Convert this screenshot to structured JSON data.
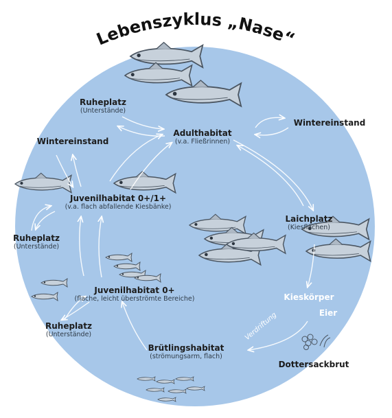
{
  "title": "Lebenszyklus „Nase“",
  "colors": {
    "circle": "#a7c7e9",
    "fish": "#c7d1db",
    "fish_stroke": "#4a5561",
    "arrow": "#ffffff"
  },
  "nodes": {
    "adult": {
      "title": "Adulthabitat",
      "sub": "(v.a. Fließrinnen)"
    },
    "ruhe_top": {
      "title": "Ruheplatz",
      "sub": "(Unterstände)"
    },
    "winter_right": {
      "title": "Wintereinstand"
    },
    "winter_left": {
      "title": "Wintereinstand"
    },
    "juv01": {
      "title": "Juvenilhabitat 0+/1+",
      "sub": "(v.a. flach abfallende Kiesbänke)"
    },
    "laich": {
      "title": "Laichplatz",
      "sub": "(Kiesflächen)"
    },
    "ruhe_mid": {
      "title": "Ruheplatz",
      "sub": "(Unterstände)"
    },
    "juv0": {
      "title": "Juvenilhabitat 0+",
      "sub": "(flache, leicht überströmte Bereiche)"
    },
    "kies": {
      "title": "Kieskörper"
    },
    "eier": {
      "title": "Eier"
    },
    "ruhe_bot": {
      "title": "Ruheplatz",
      "sub": "(Unterstände)"
    },
    "brut": {
      "title": "Brütlingshabitat",
      "sub": "(strömungsarm, flach)"
    },
    "dotter": {
      "title": "Dottersackbrut"
    }
  },
  "drift_label": "Verdriftung",
  "icons": [
    "adult-fish-icon",
    "juvenile-fish-icon",
    "larva-icon",
    "egg-cluster-icon"
  ]
}
